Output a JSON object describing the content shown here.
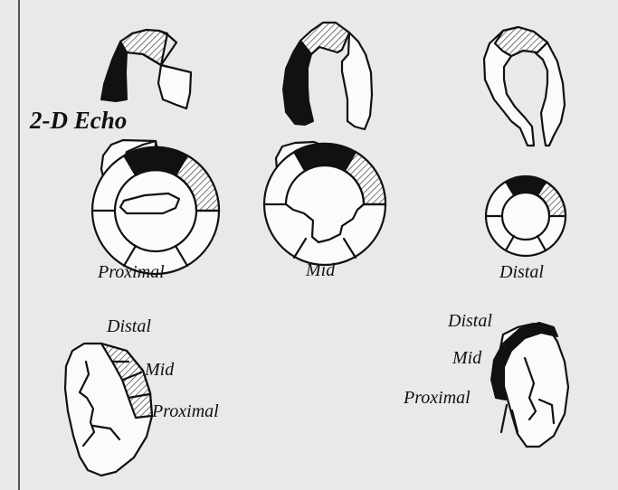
{
  "heading": "2-D Echo",
  "short_axis_labels": [
    "Proximal",
    "Mid",
    "Distal"
  ],
  "long_axis_left_labels": [
    "Distal",
    "Mid",
    "Proximal"
  ],
  "long_axis_right_labels": [
    "Distal",
    "Mid",
    "Proximal"
  ],
  "colors": {
    "background": "#e9e9e7",
    "ink": "#111111",
    "wall": "#fbfbf9"
  }
}
